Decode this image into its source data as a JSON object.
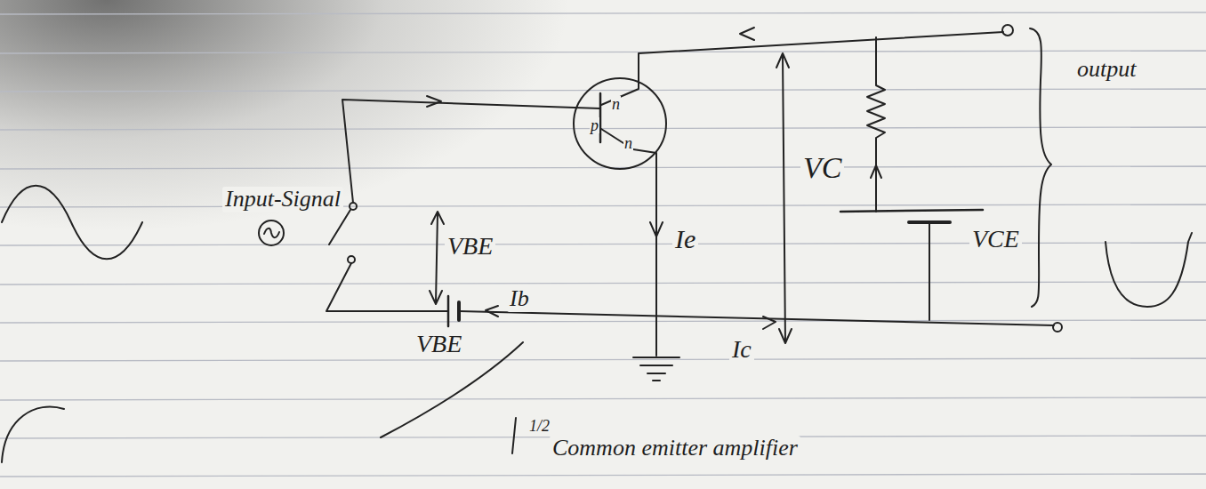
{
  "diagram": {
    "nodes": [
      {
        "text": [
          "n",
          "p",
          "n"
        ]
      }
    ],
    "labels": [
      "Input-Signal",
      "VBE",
      "VBE",
      "Ie",
      "Ib",
      "Ic",
      "VC",
      "VCE",
      "output",
      "1/2",
      "Common emitter amplifier"
    ]
  }
}
